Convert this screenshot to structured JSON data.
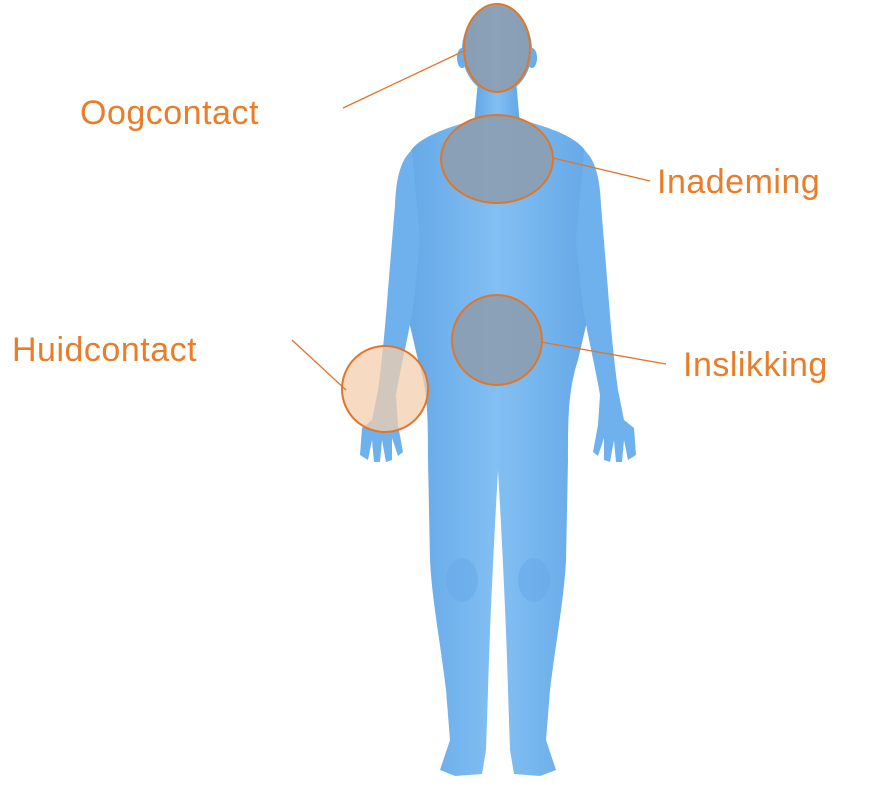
{
  "colors": {
    "body_fill": "#79b8f0",
    "body_shade": "#5e9fe0",
    "body_highlight": "#9ccbf6",
    "marker_stroke": "#e0762a",
    "marker_fill_gray": "#8c9db0",
    "marker_fill_peach": "#f3cfae",
    "label_color": "#e87d2a"
  },
  "figure": {
    "subject": "human-body-front-view"
  },
  "exposure_routes": [
    {
      "id": "oogcontact",
      "label": "Oogcontact",
      "region": "head"
    },
    {
      "id": "inademing",
      "label": "Inademing",
      "region": "chest"
    },
    {
      "id": "huidcontact",
      "label": "Huidcontact",
      "region": "hand"
    },
    {
      "id": "inslikking",
      "label": "Inslikking",
      "region": "abdomen"
    }
  ]
}
